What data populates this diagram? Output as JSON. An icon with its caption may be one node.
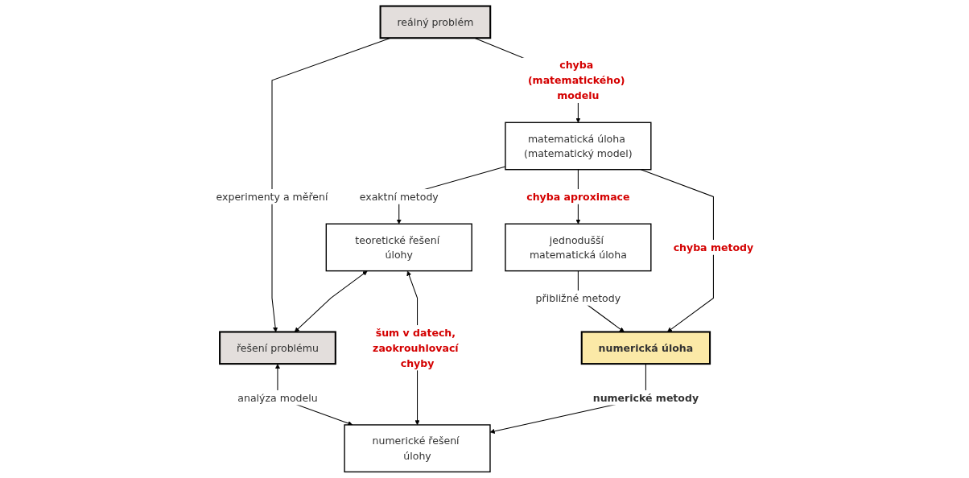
{
  "diagram": {
    "nodes": [
      {
        "text": [
          "reálný problém"
        ]
      },
      {
        "text": [
          "řešení problému"
        ]
      },
      {
        "text": [
          "matematická úloha (matematický model)"
        ]
      },
      {
        "text": [
          "teoretické řešení úlohy"
        ]
      },
      {
        "text": [
          "jednodušší matematická úloha"
        ]
      },
      {
        "text": [
          "numerická úloha"
        ]
      },
      {
        "text": [
          "numerické řešení úlohy"
        ]
      }
    ],
    "edges": [
      {
        "from": 0,
        "to": 1,
        "arrow": "to",
        "label": "experimenty a měření"
      },
      {
        "from": 0,
        "to": 2,
        "arrow": "to",
        "label": "chyba (matematického) modelu"
      },
      {
        "from": 2,
        "to": 3,
        "arrow": "to",
        "label": "exaktní metody"
      },
      {
        "from": 3,
        "to": 1,
        "arrow": "both"
      },
      {
        "from": 2,
        "to": 4,
        "arrow": "to",
        "label": "chyba aproximace"
      },
      {
        "from": 2,
        "to": 5,
        "arrow": "to",
        "label": "chyba metody"
      },
      {
        "from": 4,
        "to": 5,
        "arrow": "to",
        "label": "přibližné metody"
      },
      {
        "from": 5,
        "to": 6,
        "arrow": "to",
        "label": "numerické metody"
      },
      {
        "from": 3,
        "to": 6,
        "arrow": "both",
        "label": "šum v datech, zaokrouhlovací chyby"
      },
      {
        "from": 1,
        "to": 6,
        "arrow": "both",
        "label": "analýza modelu"
      }
    ]
  }
}
